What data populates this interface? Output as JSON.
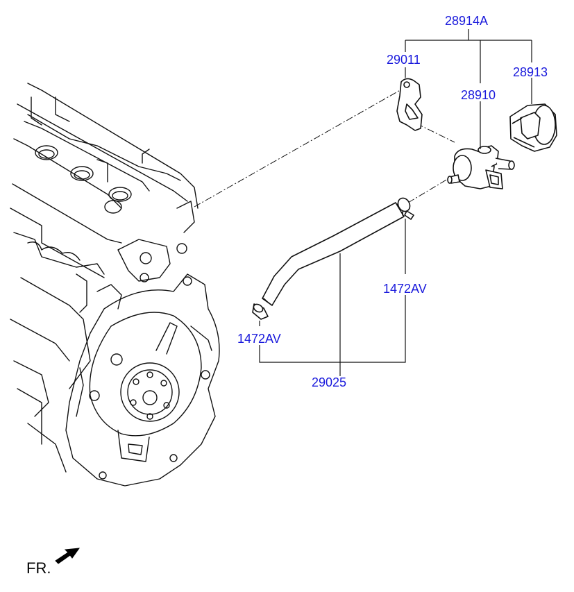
{
  "callouts": {
    "p28914A": "28914A",
    "p29011": "29011",
    "p28913": "28913",
    "p28910": "28910",
    "p1472AV_right": "1472AV",
    "p1472AV_left": "1472AV",
    "p29025": "29025"
  },
  "front_indicator": {
    "label": "FR."
  },
  "colors": {
    "callout": "#1a1adc",
    "line": "#111111"
  }
}
